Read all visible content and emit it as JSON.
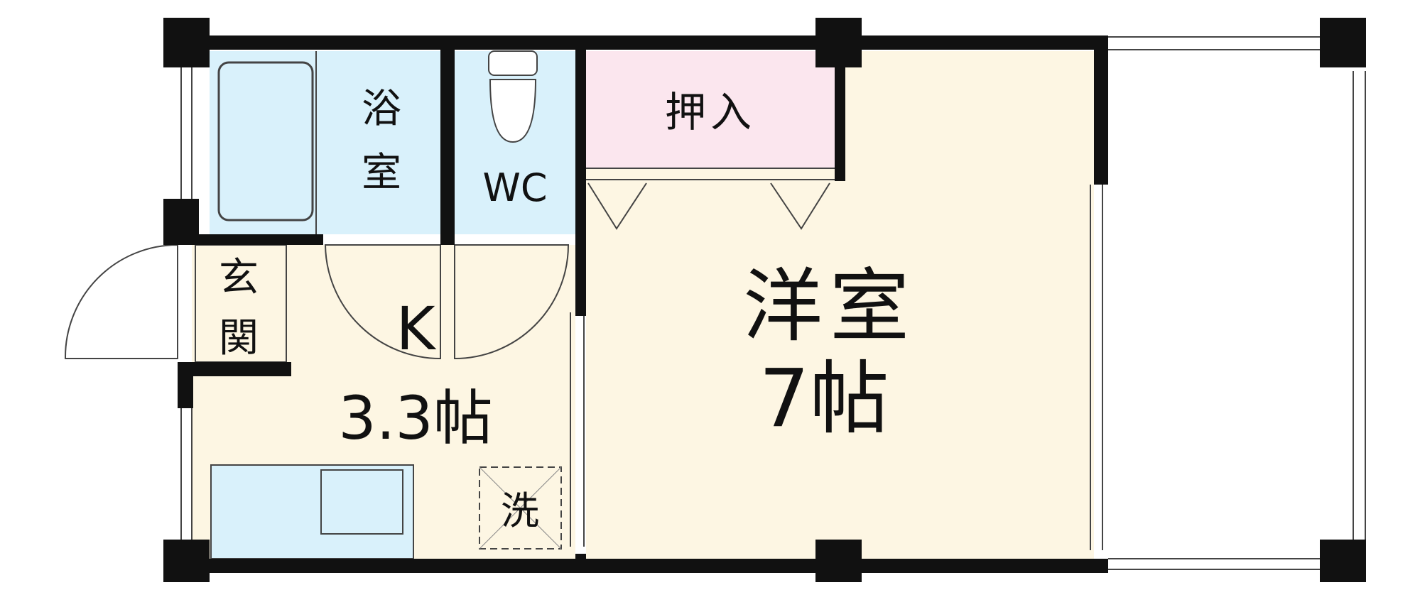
{
  "floor_plan": {
    "rooms": {
      "bathroom": {
        "label_line1": "浴",
        "label_line2": "室"
      },
      "toilet": {
        "label": "WC"
      },
      "closet": {
        "label": "押入"
      },
      "western_room": {
        "label_line1": "洋室",
        "label_line2": "7帖"
      },
      "entrance": {
        "label_line1": "玄",
        "label_line2": "関"
      },
      "kitchen": {
        "label_line1": "K",
        "label_line2": "3.3帖"
      },
      "washer": {
        "label": "洗"
      }
    },
    "colors": {
      "wall": "#111111",
      "bathroom_fill": "#d9f1fb",
      "toilet_fill": "#d9f1fb",
      "closet_fill": "#fbe6ee",
      "living_fill": "#fdf6e3",
      "entrance_fill": "#fdf6e3",
      "line": "#444444",
      "background": "#ffffff"
    }
  }
}
